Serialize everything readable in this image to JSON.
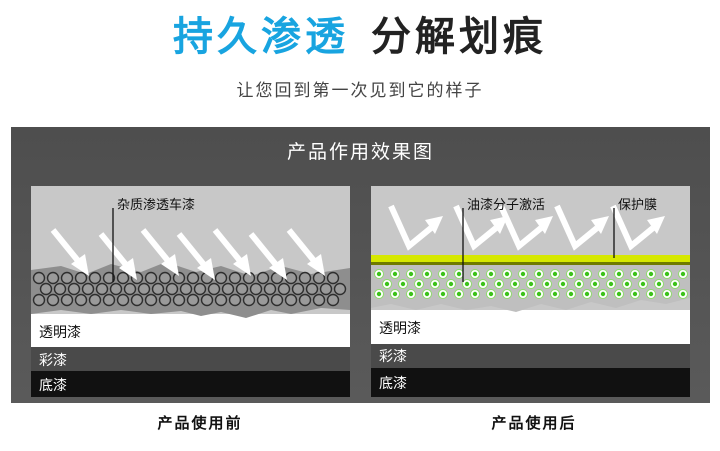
{
  "header": {
    "title_accent": "持久渗透",
    "title_dark": "分解划痕",
    "subtitle": "让您回到第一次见到它的样子"
  },
  "panel": {
    "title": "产品作用效果图",
    "before": {
      "callout": "杂质渗透车漆",
      "layers": [
        "透明漆",
        "彩漆",
        "底漆"
      ],
      "caption": "产品使用前"
    },
    "after": {
      "callouts": [
        "油漆分子激活",
        "保护膜"
      ],
      "layers": [
        "透明漆",
        "彩漆",
        "底漆"
      ],
      "caption": "产品使用后"
    }
  },
  "colors": {
    "accent": "#18a4e0",
    "protective_film": "#d6e800",
    "activated_molecule": "#3cc21a"
  }
}
